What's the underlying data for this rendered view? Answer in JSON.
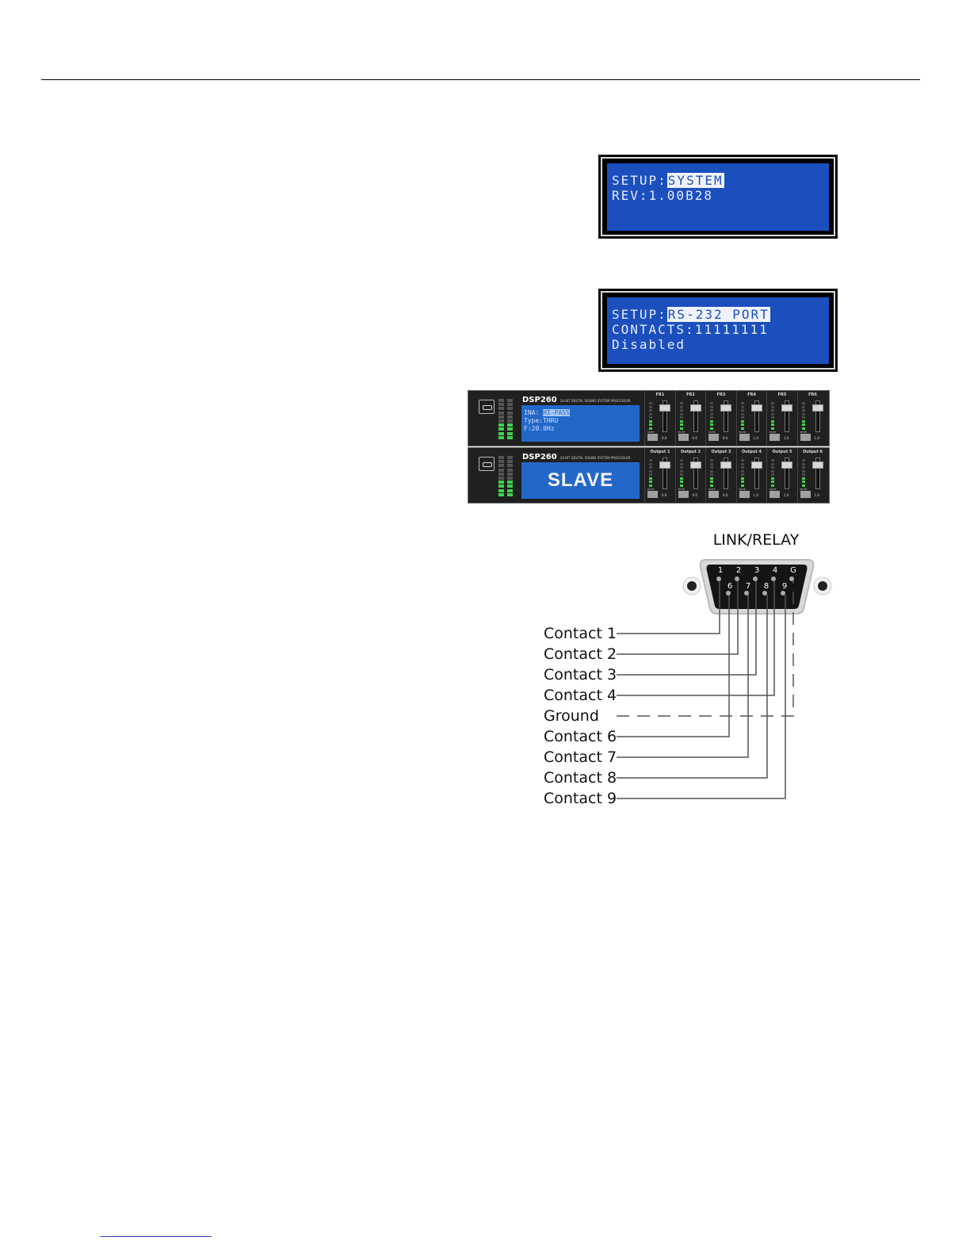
{
  "screen_system": {
    "prefix": "SETUP:",
    "highlight": "SYSTEM",
    "line2": "REV:1.00B28"
  },
  "screen_rs232": {
    "prefix": "SETUP:",
    "highlight": "RS-232 PORT",
    "line2": "CONTACTS:11111111",
    "line3": "Disabled"
  },
  "panel_top": {
    "brand": "DSP260",
    "brand_sub": "24-BIT DIGITAL SOUND SYSTEM PROCESSOR",
    "display_prefix": "INA: ",
    "display_highlight": "HI-PASS",
    "display_line2": "Type:THRU",
    "display_line3": "F:20.0Hz",
    "channels": [
      "FR1",
      "FR2",
      "FR3",
      "FR4",
      "FR5",
      "FR6"
    ],
    "gains": [
      "0.0",
      "0.0",
      "0.0",
      "1.0",
      "1.0",
      "1.0"
    ],
    "mute_label": "MUTE"
  },
  "panel_bottom": {
    "brand": "DSP260",
    "brand_sub": "24-BIT DIGITAL SOUND SYSTEM PROCESSOR",
    "display_text": "SLAVE",
    "channels": [
      "Output 1",
      "Output 2",
      "Output 3",
      "Output 4",
      "Output 5",
      "Output 6"
    ],
    "gains": [
      "0.0",
      "0.0",
      "0.0",
      "1.0",
      "1.0",
      "1.0"
    ],
    "mute_label": "MUTE"
  },
  "connector": {
    "title": "LINK/RELAY",
    "top_pins": [
      "1",
      "2",
      "3",
      "4",
      "G"
    ],
    "bottom_pins": [
      "6",
      "7",
      "8",
      "9"
    ],
    "labels": [
      "Contact 1",
      "Contact 2",
      "Contact 3",
      "Contact 4",
      "Ground",
      "Contact 6",
      "Contact 7",
      "Contact 8",
      "Contact 9"
    ]
  }
}
